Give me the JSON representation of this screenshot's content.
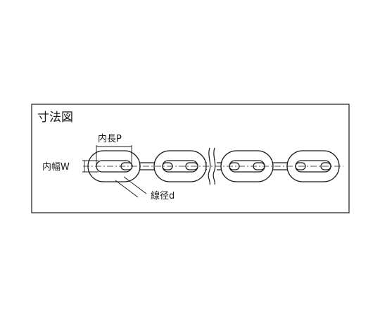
{
  "figure": {
    "title": "寸法図",
    "labels": {
      "inner_length": "内長P",
      "inner_width": "内幅W",
      "wire_diameter": "線径d"
    }
  },
  "colors": {
    "outline": "#1a1a1a",
    "link_fill": "#ffffff",
    "background": "#ffffff"
  }
}
